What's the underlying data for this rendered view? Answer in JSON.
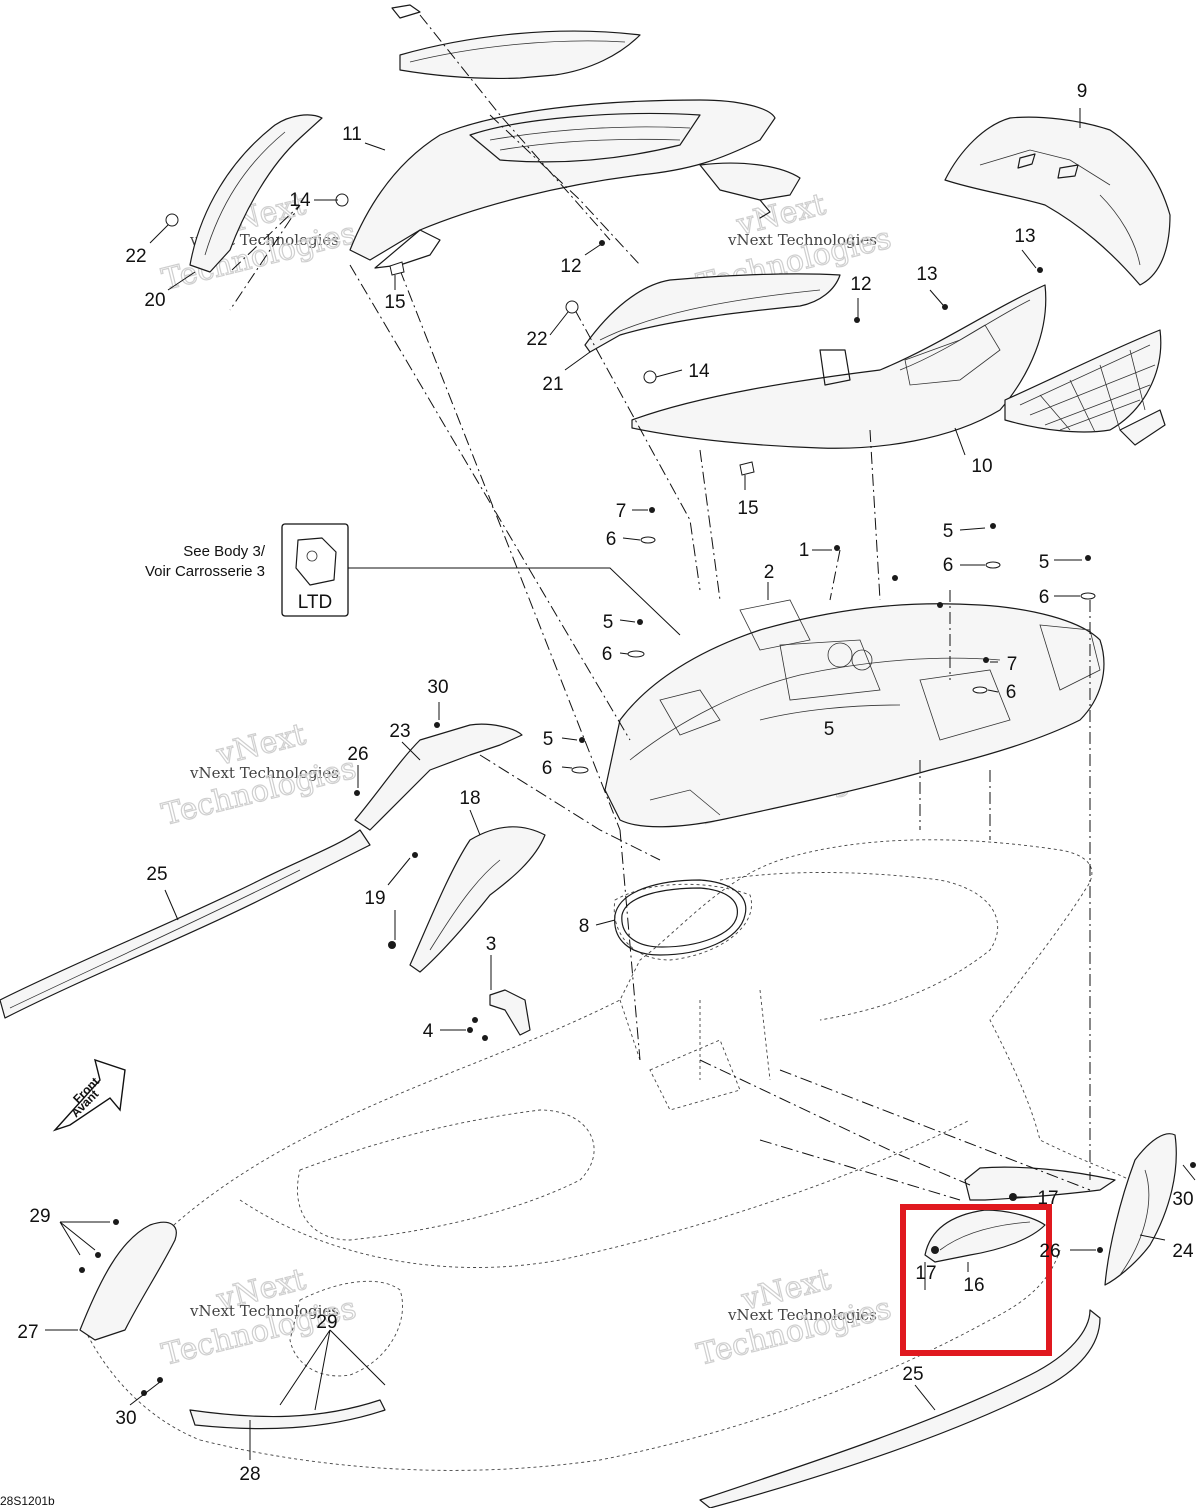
{
  "diagram": {
    "reference_code": "28S1201b",
    "see_body_note_line1": "See Body 3/",
    "see_body_note_line2": "Voir Carrosserie 3",
    "ltd_label": "LTD",
    "front_arrow_line1": "Front",
    "front_arrow_line2": "Avant",
    "watermark_line1": "vNext Technologies",
    "watermark_line2": "Technologies",
    "watermark_logo": "vNext",
    "highlight_color": "#e0191f",
    "callouts": [
      {
        "id": "c9",
        "label": "9"
      },
      {
        "id": "c11",
        "label": "11"
      },
      {
        "id": "c14a",
        "label": "14"
      },
      {
        "id": "c22a",
        "label": "22"
      },
      {
        "id": "c20",
        "label": "20"
      },
      {
        "id": "c15a",
        "label": "15"
      },
      {
        "id": "c12a",
        "label": "12"
      },
      {
        "id": "c13a",
        "label": "13"
      },
      {
        "id": "c13b",
        "label": "13"
      },
      {
        "id": "c12b",
        "label": "12"
      },
      {
        "id": "c22b",
        "label": "22"
      },
      {
        "id": "c21",
        "label": "21"
      },
      {
        "id": "c14b",
        "label": "14"
      },
      {
        "id": "c10",
        "label": "10"
      },
      {
        "id": "c15b",
        "label": "15"
      },
      {
        "id": "c7a",
        "label": "7"
      },
      {
        "id": "c6a",
        "label": "6"
      },
      {
        "id": "c5a",
        "label": "5"
      },
      {
        "id": "c6b",
        "label": "6"
      },
      {
        "id": "c5b",
        "label": "5"
      },
      {
        "id": "c6c",
        "label": "6"
      },
      {
        "id": "c1",
        "label": "1"
      },
      {
        "id": "c2",
        "label": "2"
      },
      {
        "id": "c5c",
        "label": "5"
      },
      {
        "id": "c6d",
        "label": "6"
      },
      {
        "id": "c7b",
        "label": "7"
      },
      {
        "id": "c6e",
        "label": "6"
      },
      {
        "id": "c5d",
        "label": "5"
      },
      {
        "id": "c6f",
        "label": "6"
      },
      {
        "id": "c5e",
        "label": "5"
      },
      {
        "id": "c30a",
        "label": "30"
      },
      {
        "id": "c26a",
        "label": "26"
      },
      {
        "id": "c23",
        "label": "23"
      },
      {
        "id": "c18",
        "label": "18"
      },
      {
        "id": "c25a",
        "label": "25"
      },
      {
        "id": "c19",
        "label": "19"
      },
      {
        "id": "c8",
        "label": "8"
      },
      {
        "id": "c3",
        "label": "3"
      },
      {
        "id": "c4",
        "label": "4"
      },
      {
        "id": "c17a",
        "label": "17"
      },
      {
        "id": "c30b",
        "label": "30"
      },
      {
        "id": "c29a",
        "label": "29"
      },
      {
        "id": "c26b",
        "label": "26"
      },
      {
        "id": "c24",
        "label": "24"
      },
      {
        "id": "c17b",
        "label": "17"
      },
      {
        "id": "c16",
        "label": "16"
      },
      {
        "id": "c27",
        "label": "27"
      },
      {
        "id": "c29b",
        "label": "29"
      },
      {
        "id": "c25b",
        "label": "25"
      },
      {
        "id": "c30c",
        "label": "30"
      },
      {
        "id": "c28",
        "label": "28"
      }
    ]
  }
}
